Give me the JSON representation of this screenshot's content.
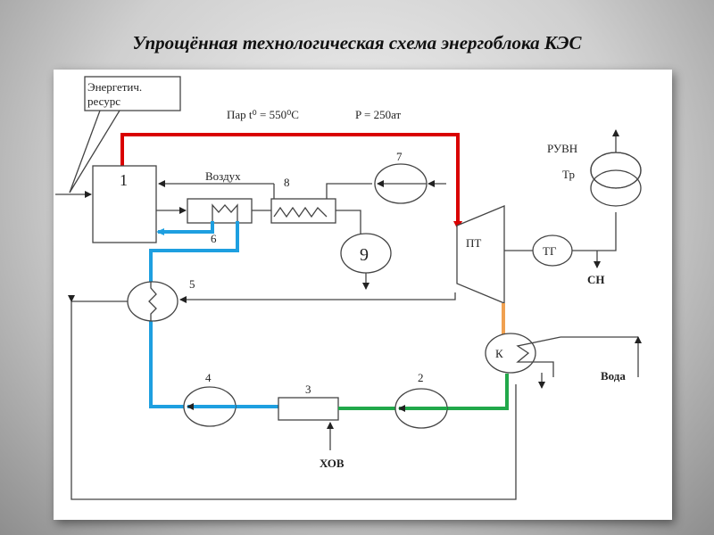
{
  "title": "Упрощённая технологическая схема энергоблока КЭС",
  "diagram": {
    "callout_label_line1": "Энергетич.",
    "callout_label_line2": "ресурс",
    "steam_params": {
      "temperature": "Пар t⁰ = 550⁰C",
      "pressure": "P = 250ат"
    },
    "air_label": "Воздух",
    "components": [
      {
        "id": "1",
        "label": "1",
        "role": "boiler"
      },
      {
        "id": "2",
        "label": "2",
        "role": "condensate-pump"
      },
      {
        "id": "3",
        "label": "3",
        "role": "water-treatment"
      },
      {
        "id": "4",
        "label": "4",
        "role": "feed-pump"
      },
      {
        "id": "5",
        "label": "5",
        "role": "feedwater-heater"
      },
      {
        "id": "6",
        "label": "6",
        "role": "economizer"
      },
      {
        "id": "7",
        "label": "7",
        "role": "fan"
      },
      {
        "id": "8",
        "label": "8",
        "role": "air-heater"
      },
      {
        "id": "9",
        "label": "9",
        "role": "smoke-exhauster"
      }
    ],
    "turbine_label": "ПТ",
    "generator_label": "ТГ",
    "condenser_label": "К",
    "transformer_label": "Тр",
    "grid_label": "РУВН",
    "aux_label": "СН",
    "water_label": "Вода",
    "chemwater_label": "ХОВ",
    "line_colors": {
      "steam": "#d90000",
      "feedwater": "#1e9fe0",
      "condensate": "#21a84a",
      "exhaust_steam": "#f0a050"
    }
  }
}
